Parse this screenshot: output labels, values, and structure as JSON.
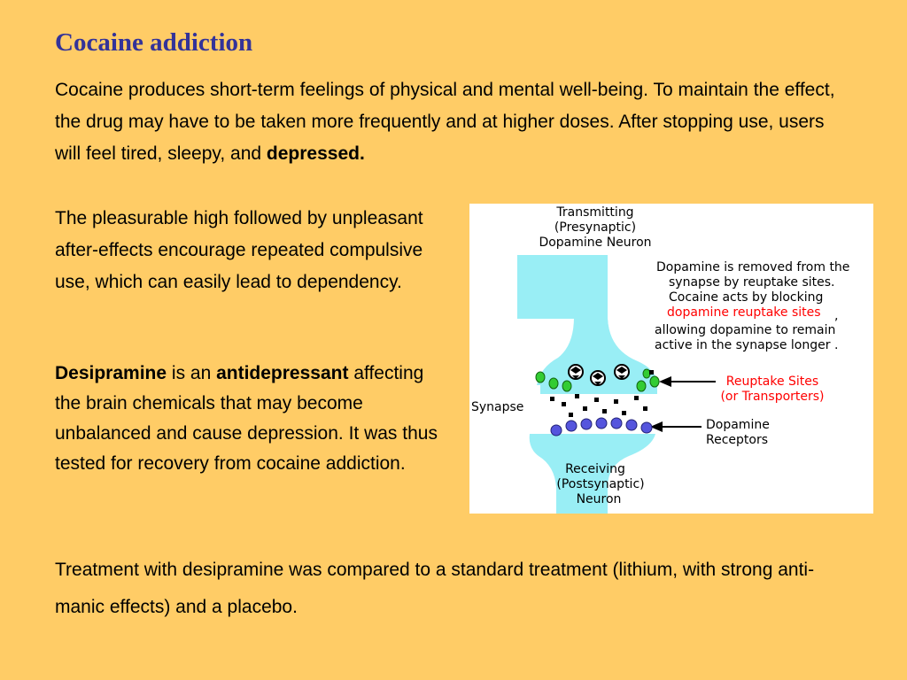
{
  "slide": {
    "title": "Cocaine addiction",
    "para1": {
      "text": "Cocaine produces short-term feelings of physical and mental well-being. To maintain the effect, the drug may have to be taken more frequently and at higher doses. After stopping use, users will feel tired, sleepy, and ",
      "bold": "depressed."
    },
    "para2": "The pleasurable high followed by unpleasant after-effects encourage repeated compulsive use, which can easily lead to dependency.",
    "para3": {
      "b1": "Desipramine",
      "t1": " is an ",
      "b2": "antidepressant",
      "t2": " affecting the brain chemicals that may become unbalanced and cause depression. It was thus tested for recovery from cocaine addiction."
    },
    "para4": "Treatment with desipramine was compared to a standard treatment (lithium, with strong anti-manic effects) and a placebo."
  },
  "diagram": {
    "top_label": [
      "Transmitting",
      "(Presynaptic)",
      "Dopamine Neuron"
    ],
    "desc_lines": [
      "Dopamine is removed from the",
      "synapse by reuptake sites.",
      "Cocaine acts by blocking"
    ],
    "desc_red": "dopamine reuptake sites",
    "desc_comma": ",",
    "desc_lines2": [
      "allowing dopamine to remain",
      "active in the synapse longer ."
    ],
    "reuptake_label": [
      "Reuptake Sites",
      "(or Transporters)"
    ],
    "synapse_label": "Synapse",
    "receptor_label": [
      "Dopamine",
      "Receptors"
    ],
    "bottom_label": [
      "Receiving",
      "(Postsynaptic)",
      "Neuron"
    ],
    "colors": {
      "neuron": "#99EEF5",
      "reuptake": "#33CC33",
      "receptor": "#5555DD",
      "highlight": "#FF0000"
    }
  }
}
